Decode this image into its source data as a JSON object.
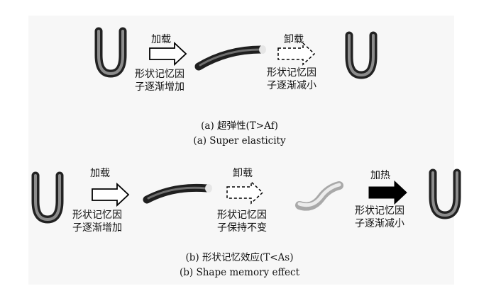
{
  "panel_a": {
    "step1_action": "加载",
    "step1_note_line1": "形状记忆因",
    "step1_note_line2": "子逐渐增加",
    "step2_action": "卸载",
    "step2_note_line1": "形状记忆因",
    "step2_note_line2": "子逐渐减小",
    "caption_zh": "(a) 超弹性(T>Af)",
    "caption_en": "(a) Super elasticity"
  },
  "panel_b": {
    "step1_action": "加载",
    "step1_note_line1": "形状记忆因",
    "step1_note_line2": "子逐渐增加",
    "step2_action": "卸载",
    "step2_note_line1": "形状记忆因",
    "step2_note_line2": "子保持不变",
    "step3_action": "加热",
    "step3_note_line1": "形状记忆因",
    "step3_note_line2": "子逐渐减小",
    "caption_zh": "(b) 形状记忆效应(T<As)",
    "caption_en": "(b) Shape memory effect"
  },
  "colors": {
    "wire_dark": "#2a2a2a",
    "wire_light": "#c9c9c9",
    "arrow_solid": "#000000",
    "arrow_outline": "#000000"
  }
}
